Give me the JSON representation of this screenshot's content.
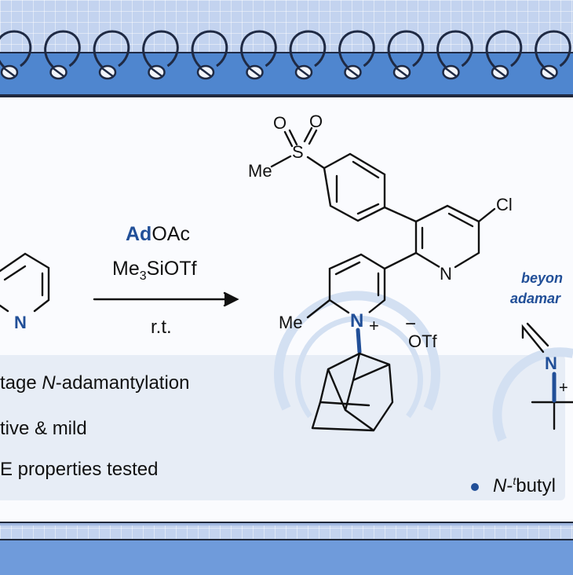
{
  "reaction": {
    "reagent_ad": "Ad",
    "reagent_oac": "OAc",
    "reagent_me": "Me",
    "reagent_sub": "3",
    "reagent_siotf": "SiOTf",
    "conditions": "r.t."
  },
  "molecule": {
    "so2_o1": "O",
    "so2_o2": "O",
    "sulfur": "S",
    "methyl_sulfonyl": "Me",
    "chloro": "Cl",
    "pyridine_n": "N",
    "pyridinium_n": "N",
    "plus": "+",
    "methyl_pyridinium": "Me",
    "counterion_minus": "−",
    "counterion": "OTf",
    "reactant_n": "N"
  },
  "features": [
    "tage N-adamantylation",
    "tive & mild",
    "E properties tested"
  ],
  "features_parts": {
    "f1_pre": "tage ",
    "f1_italic": "N",
    "f1_post": "-adamantylation",
    "f2": "tive & mild",
    "f3": "E properties tested"
  },
  "beyond": {
    "line1": "beyon",
    "line2": "adamar",
    "n_label": "N",
    "plus": "+",
    "bullet_italic": "N",
    "bullet_dash": "-",
    "bullet_sup": "t",
    "bullet_rest": "butyl"
  },
  "colors": {
    "accent_blue": "#214f98",
    "band_blue": "#4f86cf",
    "ring_blue": "#c9d8ee"
  }
}
